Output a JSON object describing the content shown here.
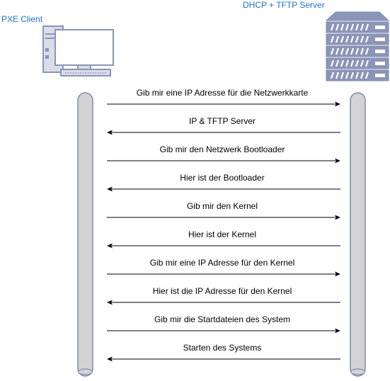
{
  "actors": {
    "client": {
      "label": "PXE Client",
      "icon": "desktop-computer-icon"
    },
    "server": {
      "label": "DHCP + TFTP Server",
      "icon": "server-rack-icon"
    }
  },
  "messages": [
    {
      "text": "Gib mir eine IP Adresse für die Netzwerkkarte",
      "direction": "client-to-server"
    },
    {
      "text": "IP & TFTP Server",
      "direction": "server-to-client"
    },
    {
      "text": "Gib mir den Netzwerk Bootloader",
      "direction": "client-to-server"
    },
    {
      "text": "Hier ist der Bootloader",
      "direction": "server-to-client"
    },
    {
      "text": "Gib mir den Kernel",
      "direction": "client-to-server"
    },
    {
      "text": "Hier ist der Kernel",
      "direction": "server-to-client"
    },
    {
      "text": "Gib mir eine IP Adresse für den Kernel",
      "direction": "client-to-server"
    },
    {
      "text": "Hier ist die IP Adresse für den Kernel",
      "direction": "server-to-client"
    },
    {
      "text": "Gib mir die Startdateien des System",
      "direction": "client-to-server"
    },
    {
      "text": "Starten des Systems",
      "direction": "server-to-client"
    }
  ],
  "colors": {
    "actor_label": "#1a73c9",
    "icon_fill": "#dadce7",
    "icon_stroke": "#8a95b8",
    "lifeline_fill": "#d3d3d3",
    "lifeline_stroke": "#7d8bb0",
    "arrow": "#000000"
  }
}
